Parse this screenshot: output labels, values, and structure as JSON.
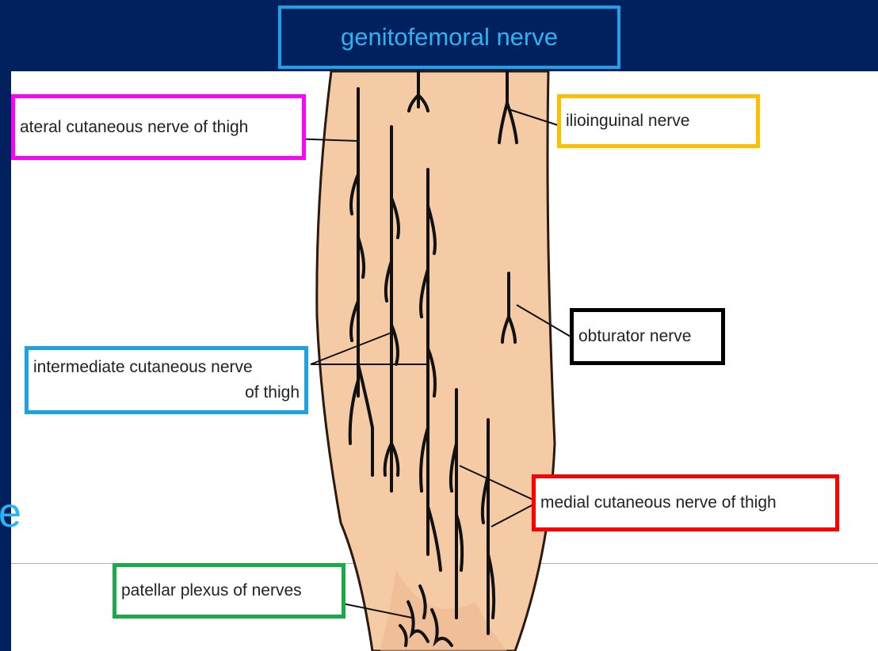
{
  "title": "genitofemoral nerve",
  "stray_glyph": "e",
  "labels": {
    "lateral": "ateral cutaneous nerve of thigh",
    "ilioinguinal": "ilioinguinal nerve",
    "obturator": "obturator nerve",
    "intermediate_line1": "intermediate cutaneous nerve",
    "intermediate_line2": "of thigh",
    "medial": "medial cutaneous nerve of thigh",
    "patellar": "patellar plexus of nerves"
  },
  "colors": {
    "background": "#00205e",
    "title": "#2ab4f2",
    "magenta_box": "#ff00ff",
    "orange_box": "#ffbf00",
    "black_box": "#000000",
    "cyan_box": "#1aa3e8",
    "red_box": "#ff0000",
    "green_box": "#1aaa48",
    "skin": "#f4cba5"
  }
}
